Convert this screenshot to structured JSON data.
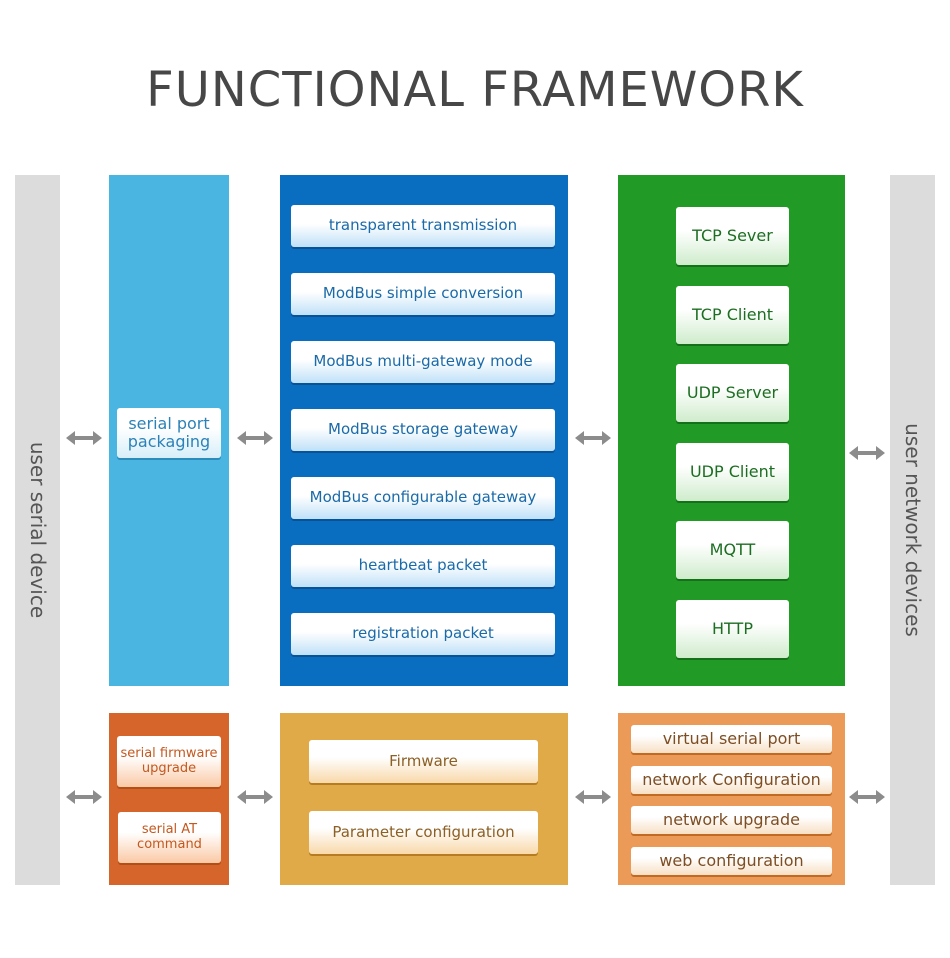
{
  "title": "FUNCTIONAL FRAMEWORK",
  "left_side_label": "user serial device",
  "right_side_label": "user network devices",
  "columns": {
    "serial_packaging": {
      "color": "#4ab5e0",
      "items": [
        "serial port\npackaging"
      ]
    },
    "protocols": {
      "color": "#0a6ec0",
      "items": [
        "transparent transmission",
        "ModBus simple conversion",
        "ModBus multi-gateway mode",
        "ModBus storage gateway",
        "ModBus configurable gateway",
        "heartbeat packet",
        "registration packet"
      ]
    },
    "network": {
      "color": "#219b25",
      "items": [
        "TCP  Sever",
        "TCP  Client",
        "UDP Server",
        "UDP Client",
        "MQTT",
        "HTTP"
      ]
    },
    "serial_config": {
      "color": "#d5652a",
      "items": [
        "serial firmware\nupgrade",
        "serial  AT\ncommand"
      ]
    },
    "device": {
      "color": "#e0aa48",
      "items": [
        "Firmware",
        "Parameter configuration"
      ]
    },
    "network_config": {
      "color": "#ec9a57",
      "items": [
        "virtual serial port",
        "network Configuration",
        "network upgrade",
        "web configuration"
      ]
    }
  },
  "arrow_icon": "double-arrow-icon",
  "arrow_color": "#8c8c8c"
}
